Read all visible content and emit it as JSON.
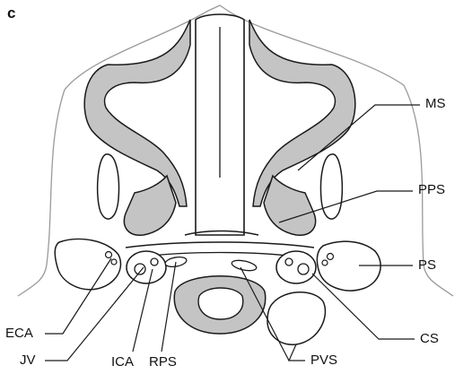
{
  "figure": {
    "panel_letter": "c",
    "labels": {
      "ms": "MS",
      "pps": "PPS",
      "ps": "PS",
      "cs": "CS",
      "pvs": "PVS",
      "eca": "ECA",
      "jv": "JV",
      "ica": "ICA",
      "rps": "RPS"
    },
    "colors": {
      "shade": "#c4c4c4",
      "outline": "#1a1a1a",
      "skin": "#9a9a9a"
    }
  }
}
